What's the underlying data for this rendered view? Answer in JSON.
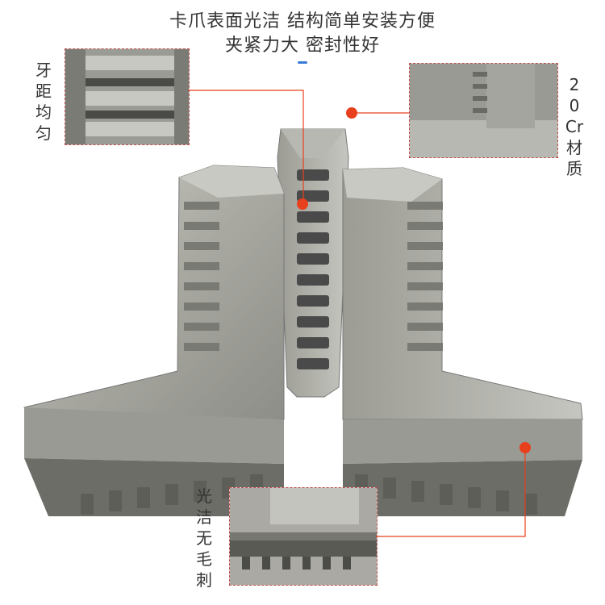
{
  "headline": {
    "line1": "卡爪表面光洁 结构简单安装方便",
    "line2": "夹紧力大 密封性好"
  },
  "callouts": {
    "tooth_pitch": "牙距均匀",
    "material": "20Cr材质",
    "finish": "光洁无毛刺"
  },
  "colors": {
    "accent": "#e8401c",
    "blue_bar": "#3a7bd5",
    "dashed_border": "#c0504d",
    "text": "#333333"
  }
}
